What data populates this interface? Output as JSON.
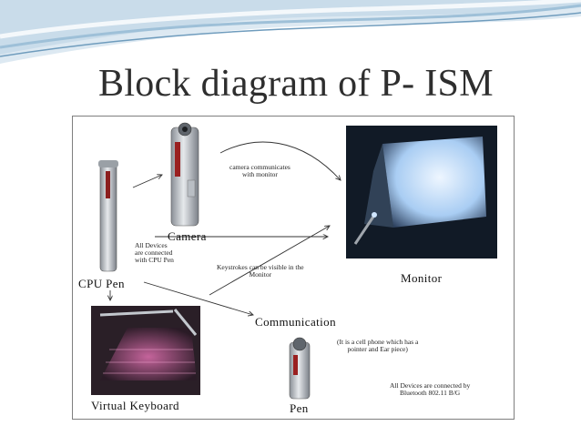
{
  "slide": {
    "title": "Block diagram of P- ISM",
    "accent_colors": {
      "swoosh_light": "#c9dcea",
      "swoosh_mid": "#9ec0d8",
      "swoosh_dark": "#6f9cbd"
    }
  },
  "diagram": {
    "nodes": {
      "cpu_pen": "CPU Pen",
      "camera": "Camera",
      "monitor": "Monitor",
      "virtual_keyboard": "Virtual Keyboard",
      "communication": "Communication",
      "pen": "Pen"
    },
    "notes": {
      "camera_monitor_line1": "camera communicates",
      "camera_monitor_line2": "with monitor",
      "all_devices_line1": "All Devices",
      "all_devices_line2": "are connected",
      "all_devices_line3": "with CPU Pen",
      "keystrokes_line1": "Keystrokes can be visible in the",
      "keystrokes_line2": "Monitor",
      "cellphone_line1": "(It is a cell phone which has a",
      "cellphone_line2": "pointer and Ear piece)",
      "bluetooth_line1": "All Devices are connected by",
      "bluetooth_line2": "Bluetooth 802.11 B/G"
    }
  }
}
